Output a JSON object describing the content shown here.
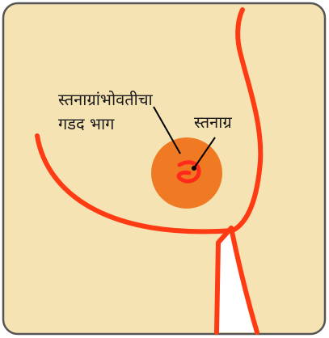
{
  "labels": {
    "areola_line1": "स्तनाग्रांभोवतीचा",
    "areola_line2": "गडद भाग",
    "nipple": "स्तनाग्र"
  },
  "colors": {
    "background": "#f6e3b4",
    "frame": "#555555",
    "outline": "#ff3b14",
    "areola": "#ef7a23",
    "nipple": "#ff2a1a",
    "leader": "#000000",
    "text": "#1a1a1a"
  }
}
